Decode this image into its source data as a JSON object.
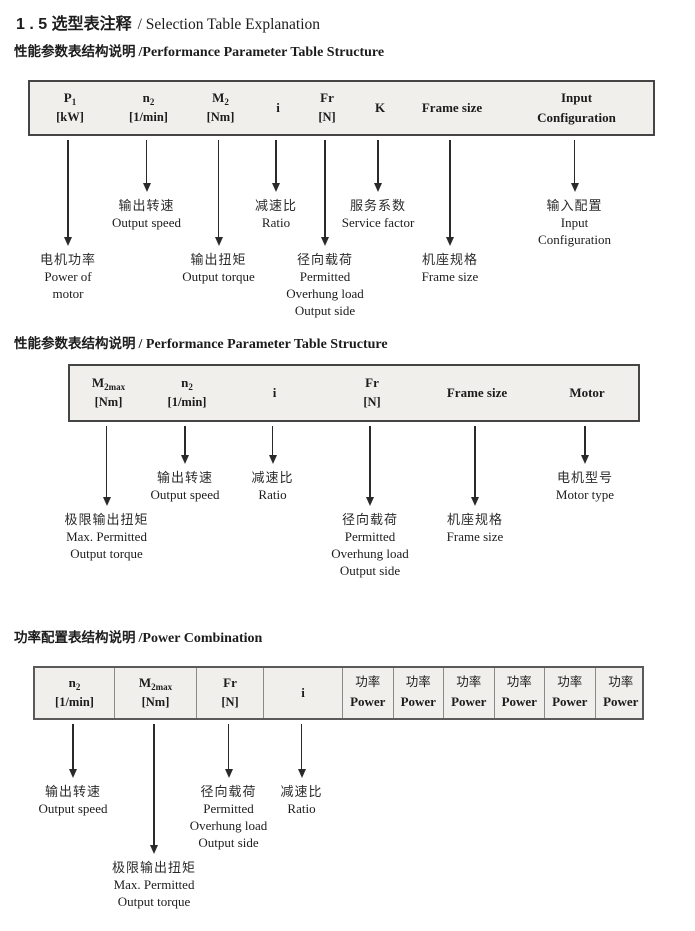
{
  "title": {
    "cn": "1 . 5 选型表注释",
    "en": "/ Selection Table Explanation"
  },
  "d1": {
    "heading_cn": "性能参数表结构说明",
    "heading_en": "/Performance Parameter Table Structure",
    "h": {
      "c1s": "P",
      "c1sub": "1",
      "c1u": "[kW]",
      "c2s": "n",
      "c2sub": "2",
      "c2u": "[1/min]",
      "c3s": "M",
      "c3sub": "2",
      "c3u": "[Nm]",
      "c4s": "i",
      "c5s": "Fr",
      "c5u": "[N]",
      "c6s": "K",
      "c7s": "Frame size",
      "c8a": "Input",
      "c8b": "Configuration"
    },
    "l": {
      "c1": [
        "电机功率",
        "Power of",
        "motor"
      ],
      "c2": [
        "输出转速",
        "Output speed"
      ],
      "c3": [
        "输出扭矩",
        "Output torque"
      ],
      "c4": [
        "减速比",
        "Ratio"
      ],
      "c5": [
        "径向载荷",
        "Permitted",
        "Overhung load",
        "Output side"
      ],
      "c6": [
        "服务系数",
        "Service factor"
      ],
      "c7": [
        "机座规格",
        "Frame size"
      ],
      "c8": [
        "输入配置",
        "Input",
        "Configuration"
      ]
    }
  },
  "d2": {
    "heading_cn": "性能参数表结构说明",
    "heading_en": "/ Performance Parameter Table Structure",
    "h": {
      "c1s": "M",
      "c1sub": "2max",
      "c1u": "[Nm]",
      "c2s": "n",
      "c2sub": "2",
      "c2u": "[1/min]",
      "c3s": "i",
      "c4s": "Fr",
      "c4u": "[N]",
      "c5s": "Frame size",
      "c6s": "Motor"
    },
    "l": {
      "c1": [
        "极限输出扭矩",
        "Max. Permitted",
        "Output  torque"
      ],
      "c2": [
        "输出转速",
        "Output speed"
      ],
      "c3": [
        "减速比",
        "Ratio"
      ],
      "c4": [
        "径向载荷",
        "Permitted",
        "Overhung load",
        "Output side"
      ],
      "c5": [
        "机座规格",
        "Frame size"
      ],
      "c6": [
        "电机型号",
        "Motor type"
      ]
    }
  },
  "d3": {
    "heading_cn": "功率配置表结构说明",
    "heading_en": "/Power Combination",
    "h": {
      "c1s": "n",
      "c1sub": "2",
      "c1u": "[1/min]",
      "c2s": "M",
      "c2sub": "2max",
      "c2u": "[Nm]",
      "c3s": "Fr",
      "c3u": "[N]",
      "c4s": "i",
      "pcn": "功率",
      "pen": "Power"
    },
    "l": {
      "c1": [
        "输出转速",
        "Output speed"
      ],
      "c2": [
        "极限输出扭矩",
        "Max. Permitted",
        "Output  torque"
      ],
      "c3": [
        "径向载荷",
        "Permitted",
        "Overhung load",
        "Output side"
      ],
      "c4": [
        "减速比",
        "Ratio"
      ]
    }
  }
}
